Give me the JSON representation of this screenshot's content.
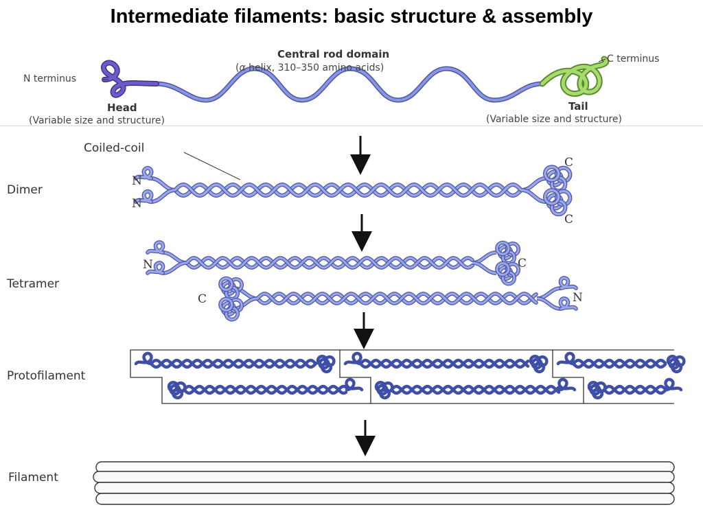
{
  "title": "Intermediate filaments: basic structure & assembly",
  "top": {
    "central_rod": "Central rod domain",
    "central_rod_sub_greek": "α",
    "central_rod_sub": "helix, 310–350 amino acids)",
    "central_rod_sub_open": "(",
    "n_terminus": "N terminus",
    "c_terminus": "C terminus",
    "head": "Head",
    "head_sub": "(Variable size and structure)",
    "tail": "Tail",
    "tail_sub": "(Variable size and structure)"
  },
  "stages": {
    "coiled_coil": "Coiled-coil",
    "dimer": "Dimer",
    "tetramer": "Tetramer",
    "protofilament": "Protofilament",
    "filament": "Filament"
  },
  "ends": {
    "n": "N",
    "c": "C"
  },
  "colors": {
    "rod": "#8a96e0",
    "rod_edge": "#4a54a8",
    "head": "#6e5cc6",
    "tail": "#9fd46a",
    "tail_edge": "#5c8a2e",
    "coil": "#3f4fa8",
    "coil_light": "#9aa6e6"
  }
}
